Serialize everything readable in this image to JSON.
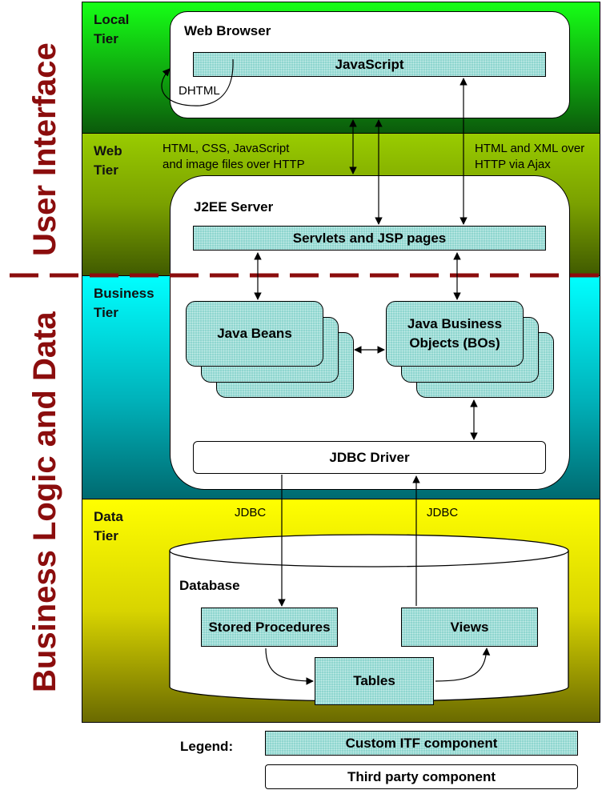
{
  "side_labels": {
    "user_interface": "User Interface",
    "business_logic": "Business Logic and Data"
  },
  "tiers": {
    "local": "Local\nTier",
    "web": "Web\nTier",
    "business": "Business\nTier",
    "data": "Data\nTier"
  },
  "web_browser": {
    "title": "Web Browser",
    "javascript": "JavaScript",
    "dhtml": "DHTML"
  },
  "web_notes": {
    "left": "HTML, CSS, JavaScript\nand image files over HTTP",
    "right": "HTML and XML over\nHTTP via Ajax"
  },
  "j2ee": {
    "title": "J2EE Server",
    "servlets": "Servlets and JSP pages",
    "java_beans": "Java\nBeans",
    "business_objects": "Java Business\nObjects (BOs)",
    "jdbc_driver": "JDBC Driver"
  },
  "data": {
    "jdbc_left": "JDBC",
    "jdbc_right": "JDBC",
    "database": "Database",
    "stored_procedures": "Stored\nProcedures",
    "views": "Views",
    "tables": "Tables"
  },
  "legend": {
    "label": "Legend:",
    "custom": "Custom ITF component",
    "third_party": "Third party component"
  },
  "colors": {
    "local_tier": "#16ff16",
    "web_tier": "#99cc00",
    "business_tier": "#00ffff",
    "data_tier": "#ffff00",
    "custom_component": "#8fd6cf",
    "side_label": "#8b0d0d"
  }
}
